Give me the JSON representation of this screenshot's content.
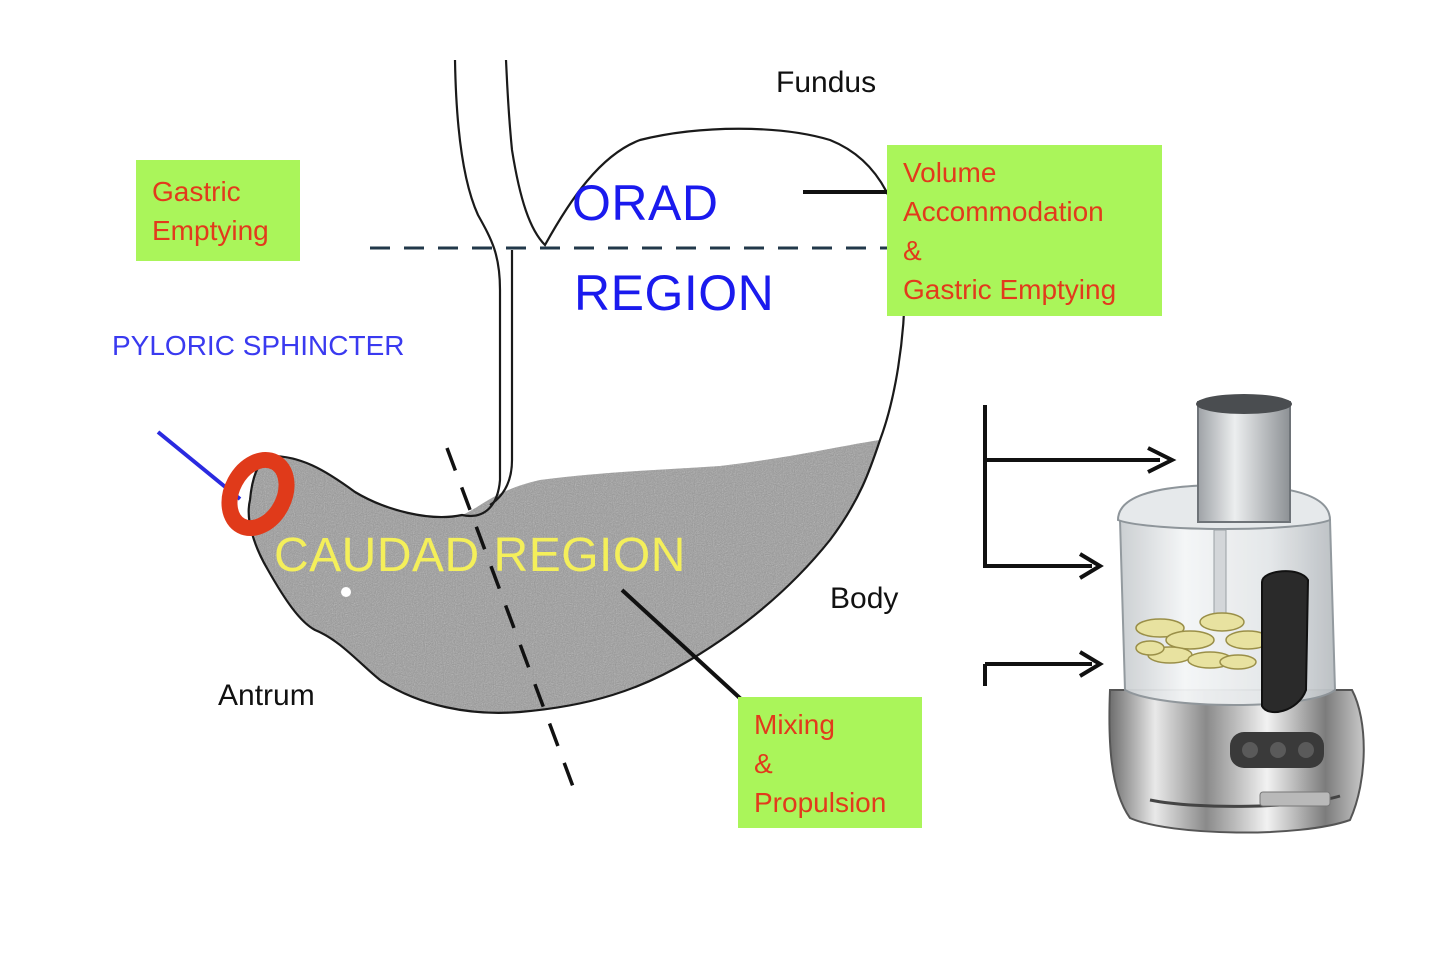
{
  "colors": {
    "box_bg": "#aaf55a",
    "box_text": "#e23a1c",
    "orad_region": "#1a1aee",
    "caudad_region": "#f4ef5a",
    "pyloric_label": "#3a3af0",
    "sphincter_ring": "#e03a1a",
    "stomach_fill": "#9a9a9a"
  },
  "labels": {
    "fundus": "Fundus",
    "body": "Body",
    "antrum": "Antrum",
    "pyloric_sphincter": "PYLORIC SPHINCTER",
    "orad_line1": "ORAD",
    "orad_line2": "REGION",
    "caudad": "CAUDAD REGION"
  },
  "boxes": {
    "gastric_emptying": [
      "Gastric",
      "Emptying"
    ],
    "volume_accommodation": [
      "Volume",
      "Accommodation",
      "&",
      "Gastric Emptying"
    ],
    "mixing_propulsion": [
      "Mixing",
      "&",
      "Propulsion"
    ]
  },
  "icons": {
    "food_processor": "food-processor-icon"
  }
}
